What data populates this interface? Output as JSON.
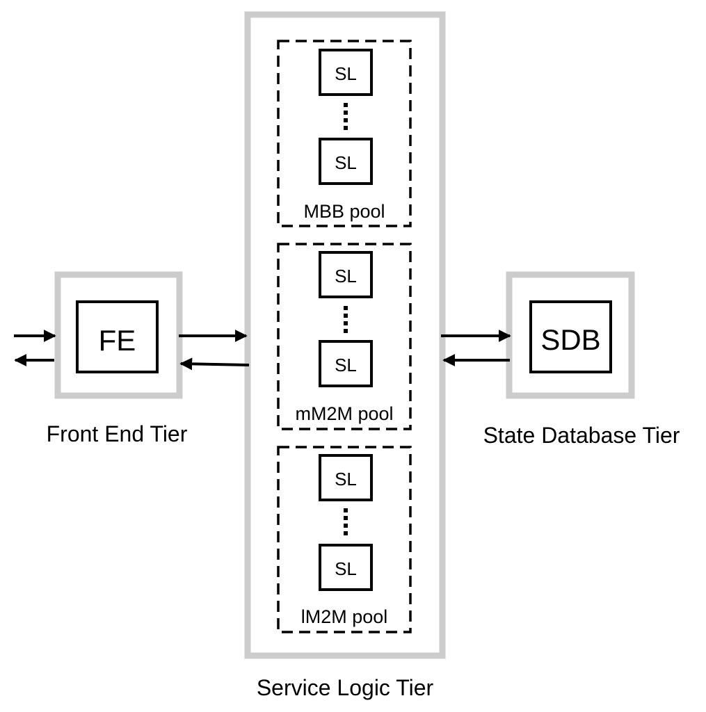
{
  "colors": {
    "tier_border": "#cccccc",
    "box_border": "#000000",
    "text": "#000000",
    "background": "#ffffff"
  },
  "front_end": {
    "box_label": "FE",
    "tier_label": "Front End Tier"
  },
  "service_logic": {
    "tier_label": "Service Logic Tier",
    "pools": [
      {
        "label": "MBB pool",
        "instances": [
          "SL",
          "SL"
        ]
      },
      {
        "label": "mM2M pool",
        "instances": [
          "SL",
          "SL"
        ]
      },
      {
        "label": "lM2M pool",
        "instances": [
          "SL",
          "SL"
        ]
      }
    ]
  },
  "state_db": {
    "box_label": "SDB",
    "tier_label": "State Database Tier"
  }
}
